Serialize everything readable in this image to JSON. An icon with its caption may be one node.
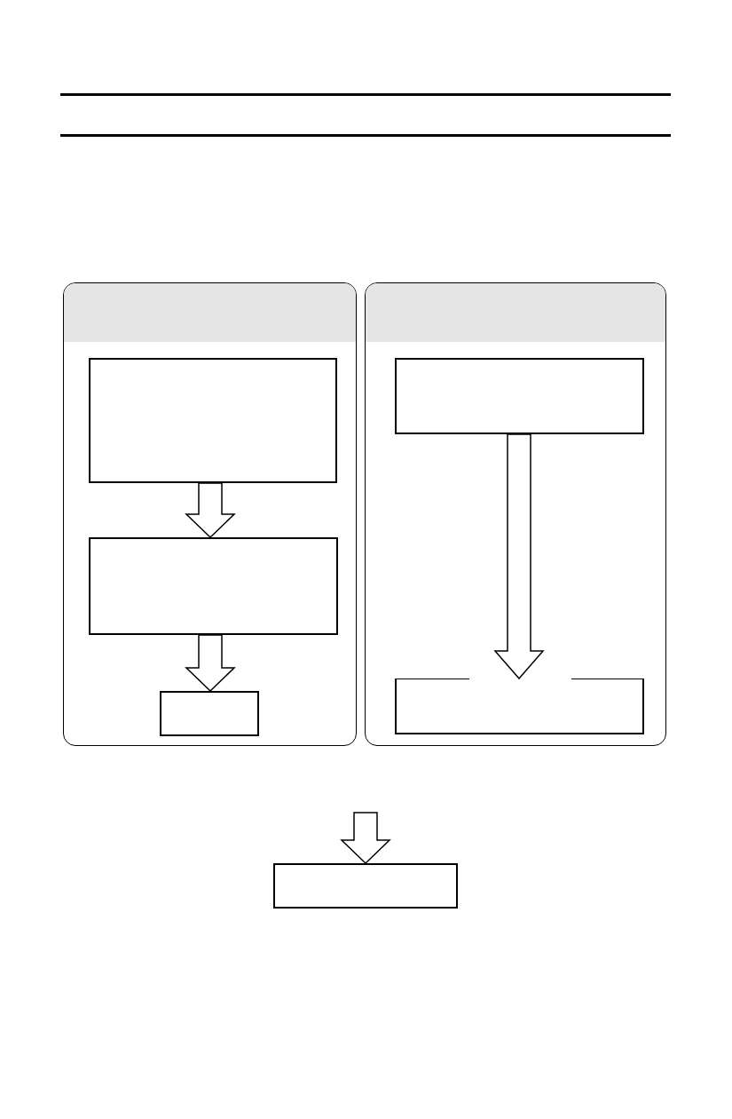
{
  "diagram": {
    "nodes": [
      {
        "text": [],
        "shape": "box"
      },
      {
        "text": [],
        "shape": "box",
        "in": 0
      },
      {
        "text": [],
        "shape": "box",
        "in": 0
      },
      {
        "text": [],
        "shape": "box",
        "in": 0
      },
      {
        "text": [],
        "shape": "box"
      },
      {
        "text": [],
        "shape": "box",
        "in": 4
      },
      {
        "text": [],
        "shape": "box",
        "in": 4
      },
      {
        "text": [],
        "shape": "box"
      }
    ],
    "edges": [
      {
        "from": 1,
        "to": 2,
        "arrow": "to"
      },
      {
        "from": 2,
        "to": 3,
        "arrow": "to"
      },
      {
        "from": 5,
        "to": 6,
        "arrow": "to"
      },
      {
        "from": null,
        "to": 7,
        "arrow": "to"
      }
    ]
  }
}
